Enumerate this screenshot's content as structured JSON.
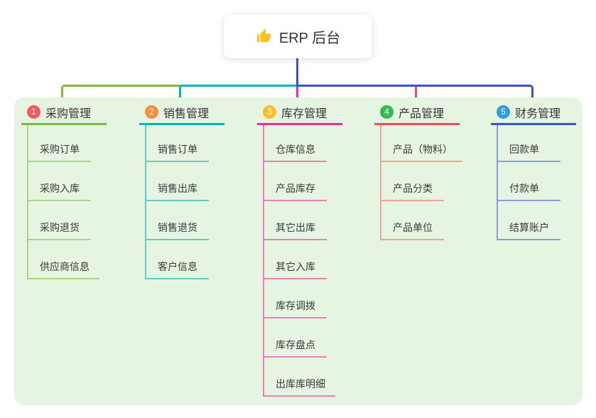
{
  "root_node": {
    "title": "ERP 后台",
    "icon": "thumbs-up-icon"
  },
  "branches": [
    {
      "index": "1",
      "label": "采购管理",
      "badge_color": "#F45864",
      "line_color": "#7CB93E",
      "sub_line_color": "#A9D584",
      "children": [
        "采购订单",
        "采购入库",
        "采购退货",
        "供应商信息"
      ]
    },
    {
      "index": "2",
      "label": "销售管理",
      "badge_color": "#F78E3D",
      "line_color": "#00B5BD",
      "sub_line_color": "#63CBC5",
      "children": [
        "销售订单",
        "销售出库",
        "销售退货",
        "客户信息"
      ]
    },
    {
      "index": "3",
      "label": "库存管理",
      "badge_color": "#F7BE2F",
      "line_color": "#ED2F92",
      "sub_line_color": "#F07EB6",
      "children": [
        "仓库信息",
        "产品库存",
        "其它出库",
        "其它入库",
        "库存调拨",
        "库存盘点",
        "出库库明细"
      ]
    },
    {
      "index": "4",
      "label": "产品管理",
      "badge_color": "#33B94D",
      "line_color": "#F5495C",
      "sub_line_color": "#F5A09B",
      "children": [
        "产品（物料）",
        "产品分类",
        "产品单位"
      ]
    },
    {
      "index": "5",
      "label": "财务管理",
      "badge_color": "#2E9FDE",
      "line_color": "#3D52C9",
      "sub_line_color": "#8C9DDC",
      "children": [
        "回款单",
        "付款单",
        "结算账户"
      ]
    }
  ],
  "canvas": {
    "panel_color": "#E6F5E2",
    "background_color": "#FFFFFF"
  }
}
